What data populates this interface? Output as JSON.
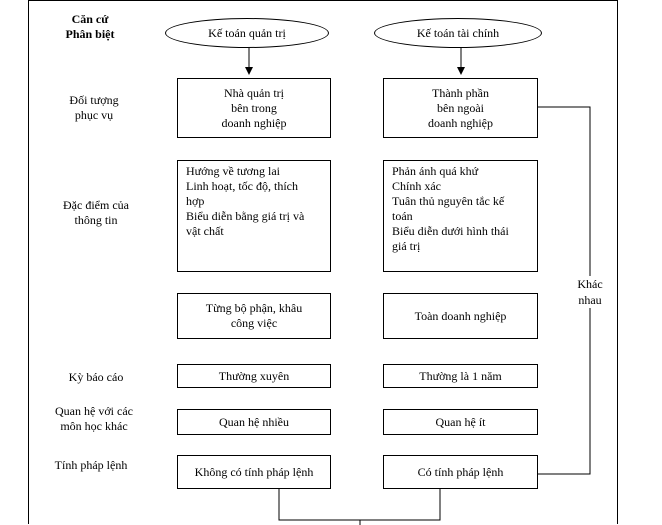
{
  "header": {
    "title": "Căn cứ\nPhân biệt"
  },
  "columns": {
    "left": {
      "title": "Kế toán quản trị"
    },
    "right": {
      "title": "Kế toán tài chính"
    }
  },
  "criteria": [
    {
      "label": "Đối tượng\nphục vụ",
      "left": "Nhà quản trị\nbên trong\ndoanh nghiệp",
      "right": "Thành phần\nbên ngoài\ndoanh nghiệp"
    },
    {
      "label": "Đặc điểm của\nthông tin",
      "left_lines": [
        "Hướng về tương lai",
        "Linh hoạt, tốc độ, thích\nhợp",
        "Biểu diễn bằng giá trị và\nvật chất"
      ],
      "right_lines": [
        "Phản ánh quá khứ",
        "Chính xác",
        "Tuân thủ nguyên tắc kế\ntoán",
        "Biểu diễn dưới hình thái\ngiá trị"
      ]
    },
    {
      "label": "",
      "left": "Từng bộ phận, khâu\ncông việc",
      "right": "Toàn doanh nghiệp"
    },
    {
      "label": "Kỳ báo cáo",
      "left": "Thường xuyên",
      "right": "Thường là 1 năm"
    },
    {
      "label": "Quan hệ với các\nmôn học khác",
      "left": "Quan hệ nhiều",
      "right": "Quan hệ ít"
    },
    {
      "label": "Tính pháp lệnh",
      "left": "Không có tính pháp lệnh",
      "right": "Có tính pháp lệnh"
    }
  ],
  "side_note": "Khác\nnhau"
}
